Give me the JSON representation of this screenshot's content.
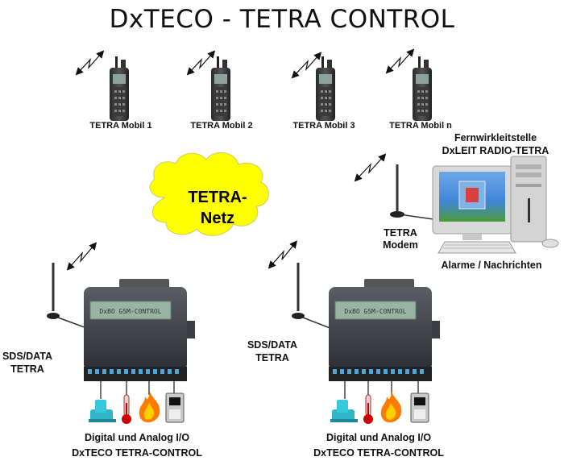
{
  "title": "DxTECO - TETRA CONTROL",
  "radios": [
    {
      "label": "TETRA Mobil 1"
    },
    {
      "label": "TETRA Mobil 2"
    },
    {
      "label": "TETRA Mobil 3"
    },
    {
      "label": "TETRA Mobil n"
    }
  ],
  "control_center": {
    "line1": "Fernwirkleitstelle",
    "line2": "DxLEIT RADIO-TETRA",
    "caption": "Alarme / Nachrichten"
  },
  "modem": {
    "line1": "TETRA",
    "line2": "Modem"
  },
  "network": {
    "line1": "TETRA-",
    "line2": "Netz"
  },
  "controllers": [
    {
      "display": "DxBO GSM-CONTROL",
      "side_line1": "SDS/DATA",
      "side_line2": "TETRA",
      "caption_line1": "Digital und Analog I/O",
      "caption_line2": "DxTECO TETRA-CONTROL"
    },
    {
      "display": "DxBO GSM-CONTROL",
      "side_line1": "SDS/DATA",
      "side_line2": "TETRA",
      "caption_line1": "Digital und Analog I/O",
      "caption_line2": "DxTECO TETRA-CONTROL"
    }
  ],
  "colors": {
    "cloud": "#ffff00",
    "device": "#3c3f44",
    "display": "#9ab4a4"
  },
  "icons": [
    "radio-icon",
    "antenna-icon",
    "signal-zigzag-icon",
    "pump-icon",
    "thermometer-icon",
    "flame-icon",
    "meter-icon",
    "computer-icon"
  ]
}
